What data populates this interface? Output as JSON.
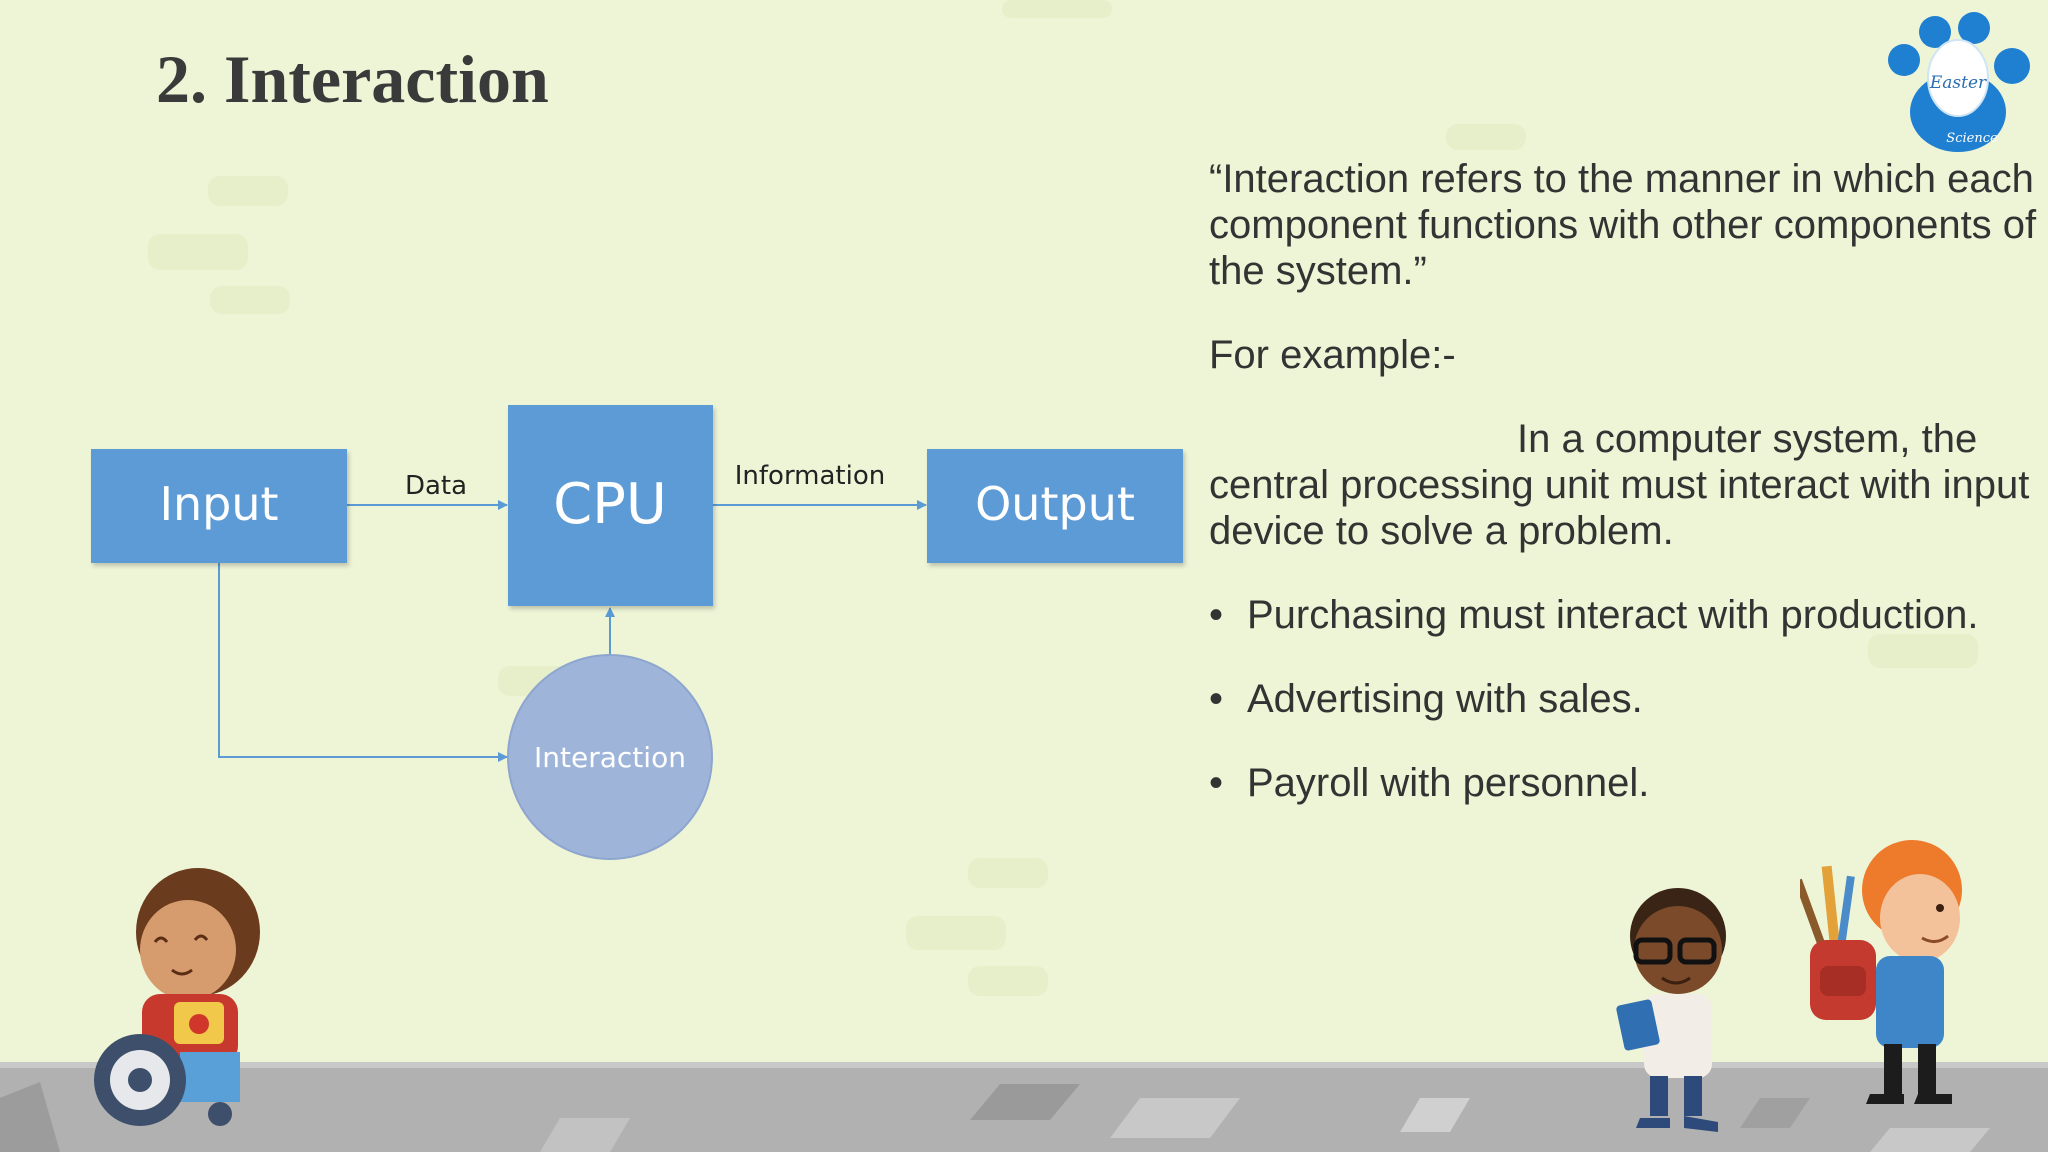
{
  "slide": {
    "title": "2. Interaction"
  },
  "logo": {
    "line1": "Easter",
    "line2": "Science"
  },
  "diagram": {
    "nodes": {
      "input": "Input",
      "cpu": "CPU",
      "output": "Output",
      "interaction": "Interaction"
    },
    "edges": {
      "data": "Data",
      "information": "Information"
    }
  },
  "text": {
    "quote": "“Interaction refers to the manner in which each component functions with other components of the system.”",
    "example_label": "For example:-",
    "example_body": "In a computer system, the central processing unit must interact with input device to solve a problem.",
    "bullets": [
      "Purchasing must interact with production.",
      "Advertising with sales.",
      "Payroll with personnel."
    ]
  },
  "colors": {
    "background": "#eef5d6",
    "box_fill": "#5b9bd5",
    "circle_fill": "#9fb4d9",
    "arrow": "#5b9bd5",
    "text": "#333333"
  }
}
